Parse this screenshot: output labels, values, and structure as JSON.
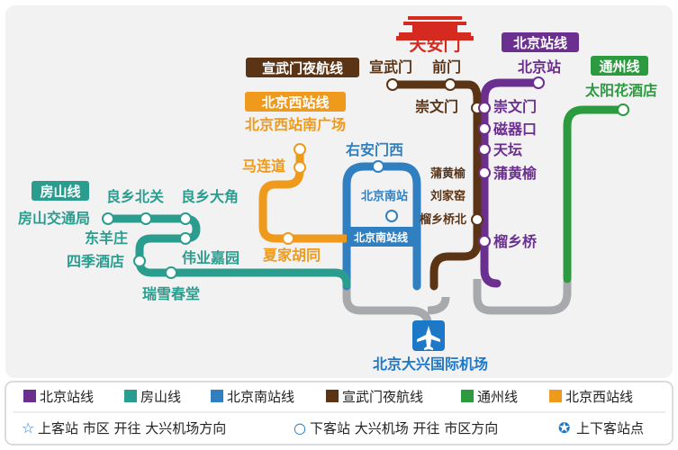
{
  "colors": {
    "beijing_station": "#6b2f8f",
    "fangshan": "#2a9d8f",
    "beijing_south": "#2f7fc1",
    "xuanwumen_night": "#5b3416",
    "tongzhou": "#2c9b3f",
    "beijing_west": "#ef9a1c",
    "trunk": "#a7a9ac",
    "airport": "#1e78c8",
    "tiananmen": "#d42a1f"
  },
  "lines": {
    "beijing_station": "北京站线",
    "fangshan": "房山线",
    "beijing_south": "北京南站线",
    "xuanwumen_night": "宣武门夜航线",
    "tongzhou": "通州线",
    "beijing_west": "北京西站线"
  },
  "stations": {
    "tiananmen": "天安门",
    "qianmen": "前门",
    "xuanwumen": "宣武门",
    "beijingzhan": "北京站",
    "chongwenmen_a": "崇文门",
    "chongwenmen_b": "崇文门",
    "ciqikou": "磁器口",
    "tiantan": "天坛",
    "puhuangyu_a": "蒲黄榆",
    "puhuangyu_b": "蒲黄榆",
    "liujiayao": "刘家窑",
    "liuxiangqiaobei": "榴乡桥北",
    "liuxiangqiao": "榴乡桥",
    "taiyanghua": "太阳花酒店",
    "beijingxi_square": "北京西站南广场",
    "malian_dao": "马连道",
    "xiajiahutong": "夏家胡同",
    "youanmenxi": "右安门西",
    "beijingnan_a": "北京南站",
    "beijingnan_b": "北京南站线",
    "fangshan_jiaotong": "房山交通局",
    "liangxiang_beiguan": "良乡北关",
    "liangxiang_dajiao": "良乡大角",
    "dongyangzhuang": "东羊庄",
    "siji_hotel": "四季酒店",
    "weiye_jiayuan": "伟业嘉园",
    "ruixue_chuntang": "瑞雪春堂",
    "airport": "北京大兴国际机场"
  },
  "legend": {
    "key": {
      "up_icon": "☆",
      "up_text": "上客站 市区 开往 大兴机场方向",
      "down_icon": "○",
      "down_text": "下客站 大兴机场 开往 市区方向",
      "both_icon": "✪",
      "both_text": "上下客站点"
    }
  }
}
